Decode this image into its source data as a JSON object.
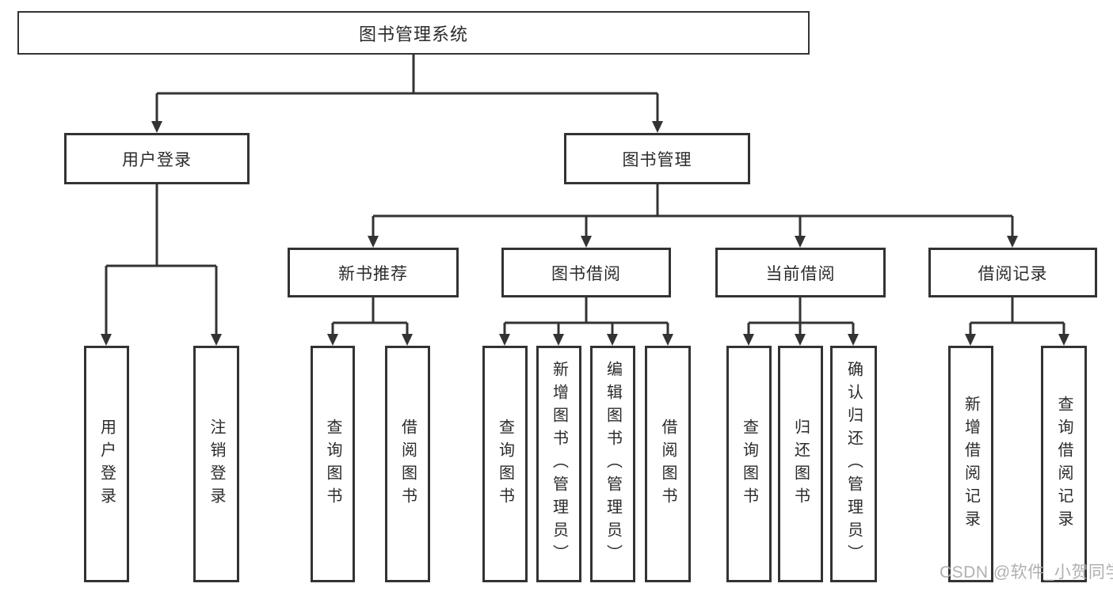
{
  "diagram": {
    "type": "tree",
    "root": {
      "label": "图书管理系统",
      "children": [
        {
          "label": "用户登录",
          "children": [
            {
              "label": "用户登录"
            },
            {
              "label": "注销登录"
            }
          ]
        },
        {
          "label": "图书管理",
          "children": [
            {
              "label": "新书推荐",
              "children": [
                {
                  "label": "查询图书"
                },
                {
                  "label": "借阅图书"
                }
              ]
            },
            {
              "label": "图书借阅",
              "children": [
                {
                  "label": "查询图书"
                },
                {
                  "label": "新增图书（管理员）"
                },
                {
                  "label": "编辑图书（管理员）"
                },
                {
                  "label": "借阅图书"
                }
              ]
            },
            {
              "label": "当前借阅",
              "children": [
                {
                  "label": "查询图书"
                },
                {
                  "label": "归还图书"
                },
                {
                  "label": "确认归还（管理员）"
                }
              ]
            },
            {
              "label": "借阅记录",
              "children": [
                {
                  "label": "新增借阅记录"
                },
                {
                  "label": "查询借阅记录"
                }
              ]
            }
          ]
        }
      ]
    },
    "line_color": "#333333",
    "box_background": "#ffffff",
    "text_color": "#2b2b2b"
  },
  "watermark": {
    "text": "CSDN @软件_小贺同学"
  }
}
